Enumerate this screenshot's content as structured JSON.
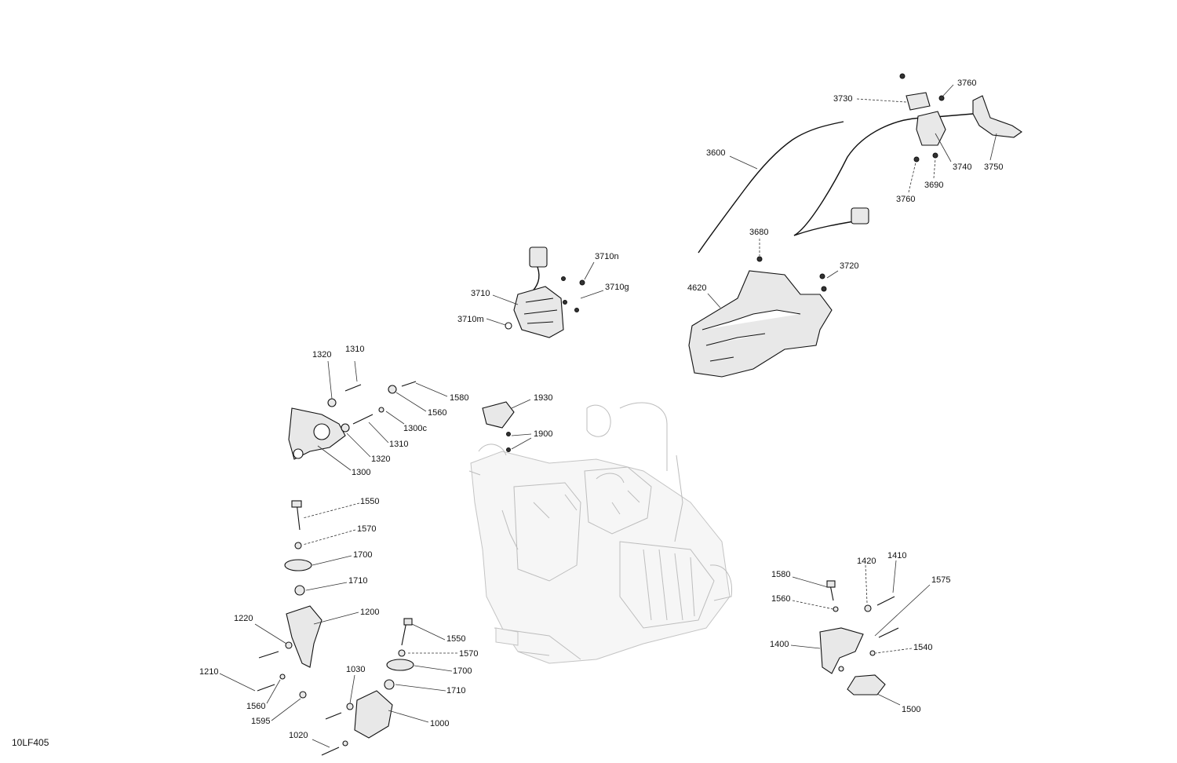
{
  "drawing_ref": "10LF405",
  "callouts": {
    "c3760a": "3760",
    "c3730": "3730",
    "c3600": "3600",
    "c3740": "3740",
    "c3750": "3750",
    "c3690": "3690",
    "c3760b": "3760",
    "c3680": "3680",
    "c3720": "3720",
    "c4620": "4620",
    "c3710n": "3710n",
    "c3710": "3710",
    "c3710g": "3710g",
    "c3710m": "3710m",
    "c1320a": "1320",
    "c1310a": "1310",
    "c1580a": "1580",
    "c1560a": "1560",
    "c1300c": "1300c",
    "c1310b": "1310",
    "c1320b": "1320",
    "c1300": "1300",
    "c1930": "1930",
    "c1900": "1900",
    "c1550a": "1550",
    "c1570a": "1570",
    "c1700a": "1700",
    "c1710a": "1710",
    "c1220": "1220",
    "c1200": "1200",
    "c1210": "1210",
    "c1560b": "1560",
    "c1595": "1595",
    "c1550b": "1550",
    "c1570b": "1570",
    "c1700b": "1700",
    "c1710b": "1710",
    "c1030": "1030",
    "c1020": "1020",
    "c1000": "1000",
    "c1580b": "1580",
    "c1420": "1420",
    "c1410": "1410",
    "c1575": "1575",
    "c1560c": "1560",
    "c1400": "1400",
    "c1540": "1540",
    "c1500": "1500"
  }
}
